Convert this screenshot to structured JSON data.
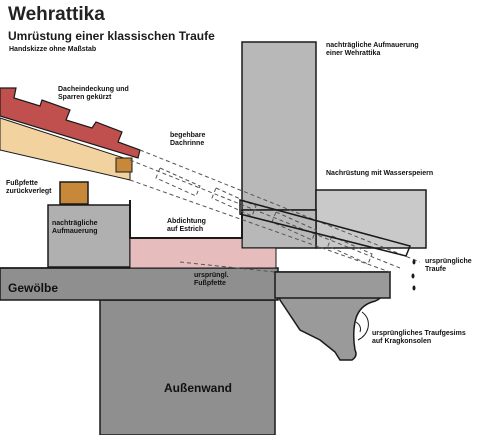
{
  "title": "Wehrattika",
  "subtitle": "Umrüstung einer klassischen Traufe",
  "note": "Handskizze ohne Maßstab",
  "labels": {
    "dach": "Dacheindeckung und\nSparren gekürzt",
    "dachrinne": "begehbare\nDachrinne",
    "fusspfette_neu": "Fußpfette\nzurückverlegt",
    "aufmauerung": "nachträgliche\nAufmauerung",
    "abdichtung": "Abdichtung\nauf Estrich",
    "wehrattika": "nachträgliche Aufmauerung\neiner Wehrattika",
    "wasserspeier": "Nachrüstung mit Wasserspeiern",
    "traufe": "ursprüngliche\nTraufe",
    "fusspfette_alt": "ursprüngl.\nFußpfette",
    "gewoelbe": "Gewölbe",
    "traufgesims": "ursprüngliches Traufgesims\nauf Kragkonsolen",
    "aussenwand": "Außenwand"
  },
  "colors": {
    "roof_tiles": "#c0504d",
    "rafter": "#f2d3a0",
    "timber": "#c8883a",
    "masonry": "#8f8f8f",
    "new_masonry": "#b8b8b8",
    "screed": "#e7bcbc",
    "outline": "#1a1a1a"
  }
}
